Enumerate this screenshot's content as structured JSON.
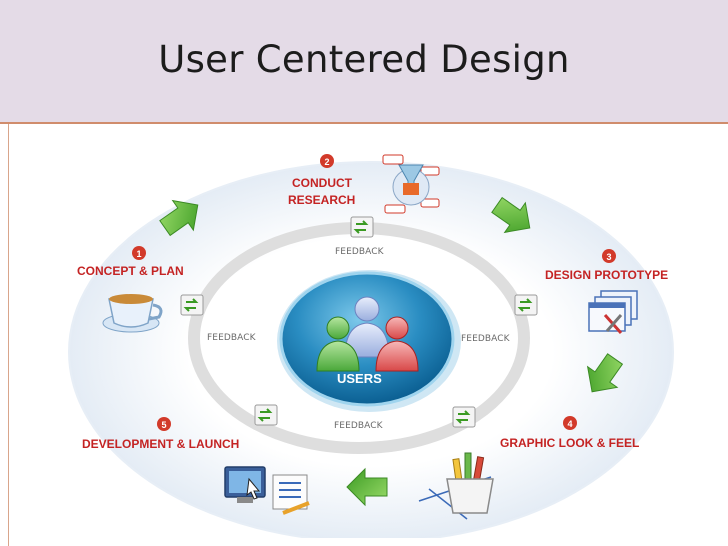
{
  "slide": {
    "title": "User Centered Design"
  },
  "diagram": {
    "center_label": "USERS",
    "steps": [
      {
        "number": "1",
        "label": "CONCEPT & PLAN"
      },
      {
        "number": "2",
        "label_line1": "CONDUCT",
        "label_line2": "RESEARCH"
      },
      {
        "number": "3",
        "label": "DESIGN PROTOTYPE"
      },
      {
        "number": "4",
        "label": "GRAPHIC LOOK & FEEL"
      },
      {
        "number": "5",
        "label": "DEVELOPMENT & LAUNCH"
      }
    ],
    "feedback": [
      "FEEDBACK",
      "FEEDBACK",
      "FEEDBACK",
      "FEEDBACK"
    ],
    "colors": {
      "step_label": "#c42323",
      "arrow_green": "#5cb83a",
      "ring_outer": "#e9f0f7",
      "ring_inner": "#e1e1e1",
      "center_blue": "#1f82b8"
    },
    "icons": [
      "coffee-cup-icon",
      "research-funnel-icon",
      "prototype-windows-icon",
      "pencil-cup-icon",
      "computer-launch-icon",
      "refresh-icon",
      "users-icon"
    ]
  }
}
